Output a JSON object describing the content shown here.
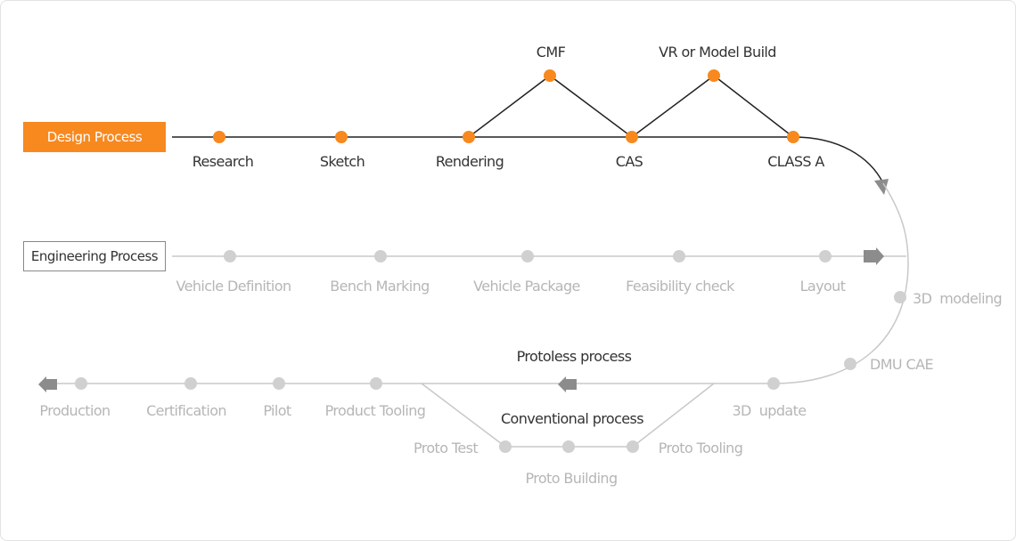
{
  "design": {
    "tag": "Design Process",
    "nodes": [
      "Research",
      "Sketch",
      "Rendering",
      "CAS",
      "CLASS A"
    ],
    "peaks": [
      "CMF",
      "VR or Model Build"
    ]
  },
  "engineering": {
    "tag": "Engineering Process",
    "nodes": [
      "Vehicle Definition",
      "Bench Marking",
      "Vehicle Package",
      "Feasibility check",
      "Layout"
    ]
  },
  "curve": [
    "3D  modeling",
    "DMU CAE",
    "3D  update"
  ],
  "bottom": {
    "protoless": "Protoless process",
    "conventional": "Conventional process",
    "nodes": [
      "Production",
      "Certification",
      "Pilot",
      "Product Tooling"
    ],
    "proto": [
      "Proto Test",
      "Proto Building",
      "Proto Tooling"
    ]
  },
  "colors": {
    "accent": "#f7891f",
    "dark_line": "#222222",
    "grey_line": "#c8c8c8",
    "grey_text": "#b6b6b6"
  }
}
